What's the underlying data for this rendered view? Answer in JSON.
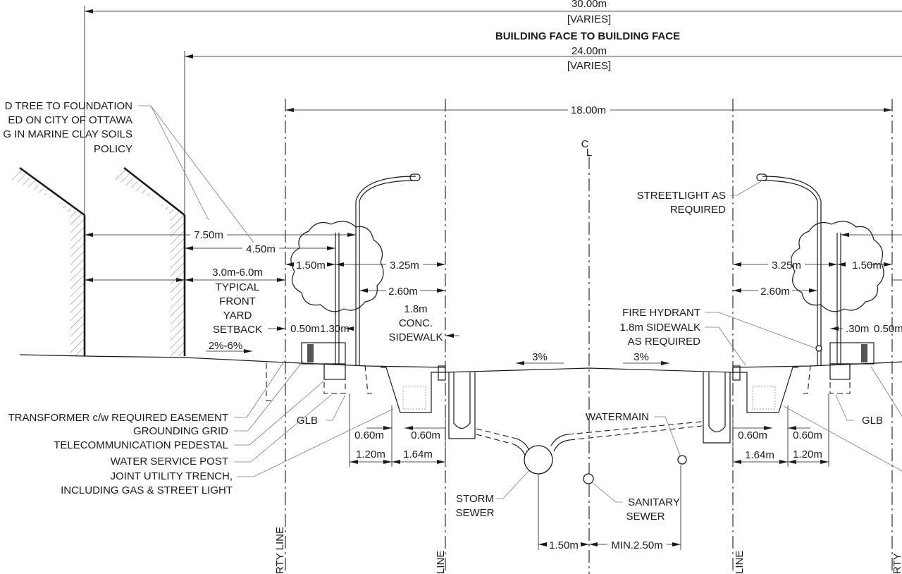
{
  "dimensions": {
    "overall": "30.00m",
    "overall_note": "[VARIES]",
    "building_face_title": "BUILDING FACE TO BUILDING FACE",
    "building_face": "24.00m",
    "building_face_note": "[VARIES]",
    "row_width": "18.00m",
    "d_750": "7.50m",
    "d_450": "4.50m",
    "d_150": "1.50m",
    "d_325": "3.25m",
    "d_260": "2.60m",
    "d_050": "0.50m",
    "d_130": "1.30m",
    "d_060": "0.60m",
    "d_120": "1.20m",
    "d_164": "1.64m",
    "d_right_050": "0.50m",
    "d_right_130": ".30m",
    "storm_offset": "1.50m",
    "sanitary_offset": "MIN.2.50m"
  },
  "labels": {
    "centerline_c": "C",
    "centerline_l": "L",
    "tree_note_1": "D TREE TO FOUNDATION",
    "tree_note_2": "ED ON CITY OF OTTAWA",
    "tree_note_3": "G IN MARINE CLAY SOILS",
    "tree_note_4": "POLICY",
    "setback_1": "3.0m-6.0m",
    "setback_2": "TYPICAL",
    "setback_3": "FRONT",
    "setback_4": "YARD",
    "setback_5": "SETBACK",
    "setback_slope": "2%-6%",
    "sidewalk_1": "1.8m",
    "sidewalk_2": "CONC.",
    "sidewalk_3": "SIDEWALK",
    "road_slope_left": "3%",
    "road_slope_right": "3%",
    "streetlight_1": "STREETLIGHT AS",
    "streetlight_2": "REQUIRED",
    "fire_hydrant": "FIRE HYDRANT",
    "sidewalk_req_1": "1.8m SIDEWALK",
    "sidewalk_req_2": "AS REQUIRED",
    "glb_left": "GLB",
    "glb_right": "GLB",
    "transformer": "TRANSFORMER c/w REQUIRED EASEMENT",
    "grounding": "GROUNDING GRID",
    "telecom": "TELECOMMUNICATION PEDESTAL",
    "water_service": "WATER SERVICE POST",
    "joint_trench_1": "JOINT UTILITY TRENCH,",
    "joint_trench_2": "INCLUDING GAS & STREET LIGHT",
    "watermain": "WATERMAIN",
    "storm_1": "STORM",
    "storm_2": "SEWER",
    "sanitary_1": "SANITARY",
    "sanitary_2": "SEWER",
    "property_line": "RTY LINE",
    "curb_line_left": "LINE",
    "curb_line_right": "LINE",
    "property_line_right": "RTY"
  }
}
